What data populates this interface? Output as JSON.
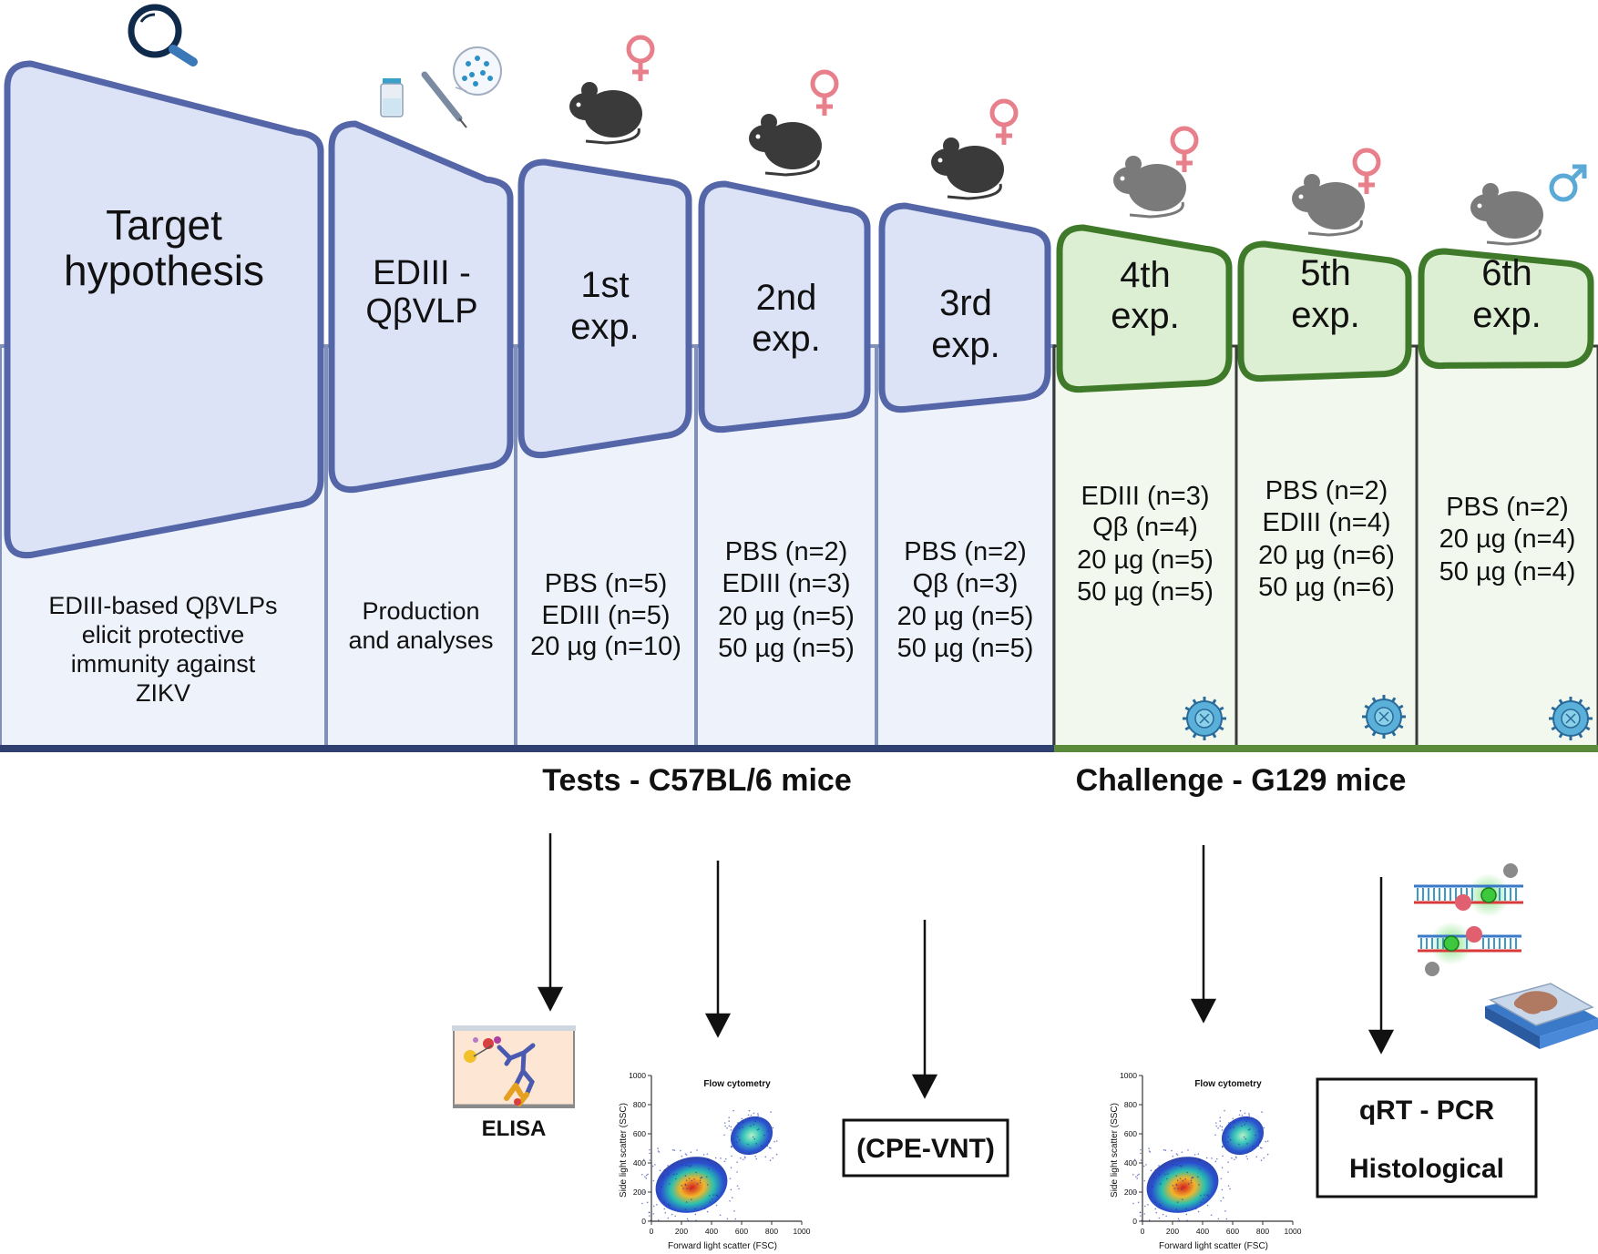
{
  "colors": {
    "blue_stroke": "#5566a8",
    "blue_fill_top": "#dce3f7",
    "blue_fill_bottom": "#eef2fb",
    "green_stroke": "#3f7a2a",
    "green_fill_top": "#dcefd2",
    "green_fill_bottom": "#f2f8ee",
    "female": "#e8808c",
    "male": "#5aa9d6",
    "mouse": "#3a3a3a"
  },
  "stages": [
    {
      "id": "target",
      "title": [
        "Target",
        "hypothesis"
      ],
      "desc": [
        "EDIII-based QβVLPs",
        "elicit protective",
        "immunity against",
        "ZIKV"
      ]
    },
    {
      "id": "production",
      "title": [
        "EDIII -",
        "QβVLP"
      ],
      "desc": [
        "Production",
        "and analyses"
      ]
    },
    {
      "id": "exp1",
      "title": [
        "1st",
        "exp."
      ],
      "desc": [
        "PBS (n=5)",
        "EDIII (n=5)",
        "20 µg (n=10)"
      ],
      "sex": "female"
    },
    {
      "id": "exp2",
      "title": [
        "2nd",
        "exp."
      ],
      "desc": [
        "PBS (n=2)",
        "EDIII (n=3)",
        "20 µg (n=5)",
        "50 µg (n=5)"
      ],
      "sex": "female"
    },
    {
      "id": "exp3",
      "title": [
        "3rd",
        "exp."
      ],
      "desc": [
        "PBS (n=2)",
        "Qβ (n=3)",
        "20 µg (n=5)",
        "50 µg (n=5)"
      ],
      "sex": "female"
    },
    {
      "id": "exp4",
      "title": [
        "4th",
        "exp."
      ],
      "desc": [
        "EDIII (n=3)",
        "Qβ (n=4)",
        "20 µg (n=5)",
        "50 µg (n=5)"
      ],
      "sex": "female"
    },
    {
      "id": "exp5",
      "title": [
        "5th",
        "exp."
      ],
      "desc": [
        "PBS (n=2)",
        "EDIII (n=4)",
        "20 µg (n=6)",
        "50 µg (n=6)"
      ],
      "sex": "female"
    },
    {
      "id": "exp6",
      "title": [
        "6th",
        "exp."
      ],
      "desc": [
        "PBS (n=2)",
        "20 µg (n=4)",
        "50 µg (n=4)"
      ],
      "sex": "male"
    }
  ],
  "groups": {
    "tests": "Tests - C57BL/6 mice",
    "challenge": "Challenge - G129 mice"
  },
  "assays": {
    "elisa": "ELISA",
    "cpe_vnt": "(CPE-VNT)",
    "qrt_pcr": "qRT - PCR",
    "histological": "Histological"
  },
  "flow_plot": {
    "title": "Flow cytometry",
    "xlabel": "Forward light scatter (FSC)",
    "ylabel": "Side light scatter (SSC)",
    "xticks": [
      "0",
      "200",
      "400",
      "600",
      "800",
      "1000"
    ],
    "yticks": [
      "0",
      "200",
      "400",
      "600",
      "800",
      "1000"
    ]
  }
}
